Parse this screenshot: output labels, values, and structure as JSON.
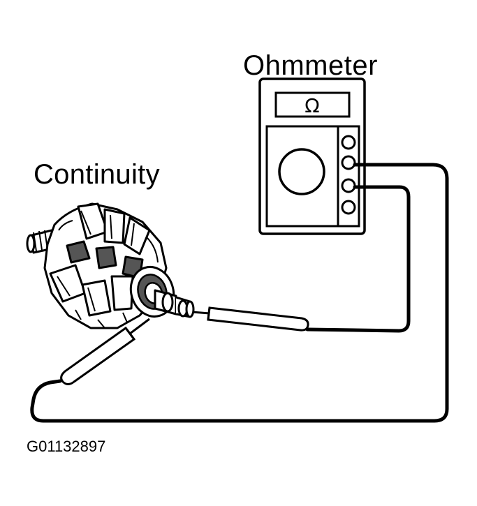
{
  "labels": {
    "ohmmeter": "Ohmmeter",
    "continuity": "Continuity",
    "figure_id": "G01132897"
  },
  "meter": {
    "display_symbol": "Ω",
    "terminal_count": 4
  },
  "colors": {
    "ink": "#000000",
    "paper": "#ffffff",
    "shade": "#555555"
  }
}
